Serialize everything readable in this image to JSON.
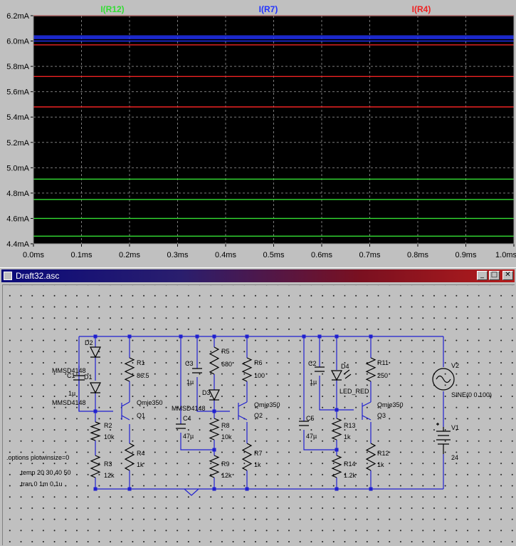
{
  "plot": {
    "legend": [
      {
        "label": "I(R12)",
        "color": "#33dd33"
      },
      {
        "label": "I(R7)",
        "color": "#2233ff"
      },
      {
        "label": "I(R4)",
        "color": "#ee2222"
      }
    ],
    "y_ticks": [
      "6.2mA",
      "6.0mA",
      "5.8mA",
      "5.6mA",
      "5.4mA",
      "5.2mA",
      "5.0mA",
      "4.8mA",
      "4.6mA",
      "4.4mA"
    ],
    "x_ticks": [
      "0.0ms",
      "0.1ms",
      "0.2ms",
      "0.3ms",
      "0.4ms",
      "0.5ms",
      "0.6ms",
      "0.7ms",
      "0.8ms",
      "0.9ms",
      "1.0ms"
    ],
    "background": "#000000",
    "grid_color": "#7a7a7a"
  },
  "chart_data": {
    "type": "line",
    "xlabel": "",
    "ylabel": "",
    "xlim": [
      0,
      1.0
    ],
    "ylim": [
      4.4,
      6.2
    ],
    "x_unit": "ms",
    "y_unit": "mA",
    "series": [
      {
        "name": "I(R12)",
        "color": "#33dd33",
        "levels_mA": [
          4.91,
          4.75,
          4.6,
          4.46
        ]
      },
      {
        "name": "I(R7)",
        "color": "#2233ff",
        "levels_mA": [
          6.04,
          6.03,
          6.02,
          6.0
        ]
      },
      {
        "name": "I(R4)",
        "color": "#ee2222",
        "levels_mA": [
          6.2,
          5.97,
          5.72,
          5.48
        ]
      }
    ]
  },
  "window": {
    "title": "Draft32.asc",
    "minimize": "_",
    "maximize": "□",
    "close": "✕"
  },
  "schematic": {
    "components": {
      "D2": "D2",
      "D1": "D1",
      "C1": "C1",
      "C1_val": "1µ",
      "D1_model": "MMSD4148",
      "D2_model": "MMSD4148",
      "R1": "R1",
      "R1_val": "86.5",
      "Q1_model": "Qmje350",
      "Q1": "Q1",
      "R2": "R2",
      "R2_val": "10k",
      "R3": "R3",
      "R3_val": "12k",
      "R4": "R4",
      "R4_val": "1k",
      "C3": "C3",
      "C3_val": "1µ",
      "R5": "R5",
      "R5_val": "680",
      "D3": "D3",
      "D3_model": "MMSD4148",
      "C4": "C4",
      "C4_val": "47µ",
      "R8": "R8",
      "R8_val": "10k",
      "R9": "R9",
      "R9_val": "12k",
      "R6": "R6",
      "R6_val": "100",
      "Q2_model": "Qmje350",
      "Q2": "Q2",
      "R7": "R7",
      "R7_val": "1k",
      "C2": "C2",
      "C2_val": "1µ",
      "D4": "D4",
      "D4_model": "LED_RED",
      "C5": "C5",
      "C5_val": "47µ",
      "R13": "R13",
      "R13_val": "1k",
      "R14": "R14",
      "R14_val": "1.2k",
      "R11": "R11",
      "R11_val": "250",
      "Q3_model": "Qmje350",
      "Q3": "Q3",
      "R12": "R12",
      "R12_val": "1k",
      "V2": "V2",
      "V2_val": "SINE(0 0 100)",
      "V1": "V1",
      "V1_val": "24"
    },
    "directives": [
      ".options plotwinsize=0",
      ".temp 20 30 40 50",
      ".tran 0 1m 0 1u"
    ]
  }
}
